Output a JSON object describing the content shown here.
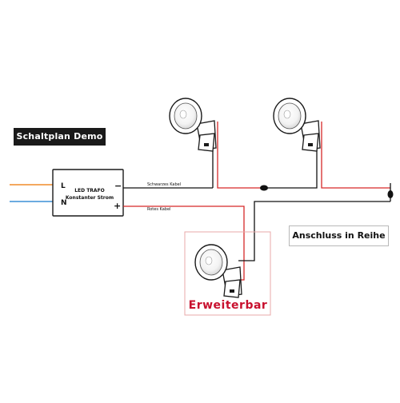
{
  "title": "Schaltplan Demo",
  "transformer": {
    "line1": "LED TRAFO",
    "line2": "Konstanter Strom",
    "terminal_l": "L",
    "terminal_n": "N",
    "terminal_minus": "−",
    "terminal_plus": "+"
  },
  "cables": {
    "black": "Schwarzes Kabel",
    "red": "Rotes Kabel"
  },
  "expandable_label": "Erweiterbar",
  "series_label": "Anschluss in Reihe",
  "colors": {
    "black_wire": "#111111",
    "red_wire": "#d62828",
    "orange_wire": "#f08c2a",
    "blue_wire": "#3b8fd6",
    "expandable_box": "#e8a8a8",
    "expandable_text": "#c8102e"
  }
}
